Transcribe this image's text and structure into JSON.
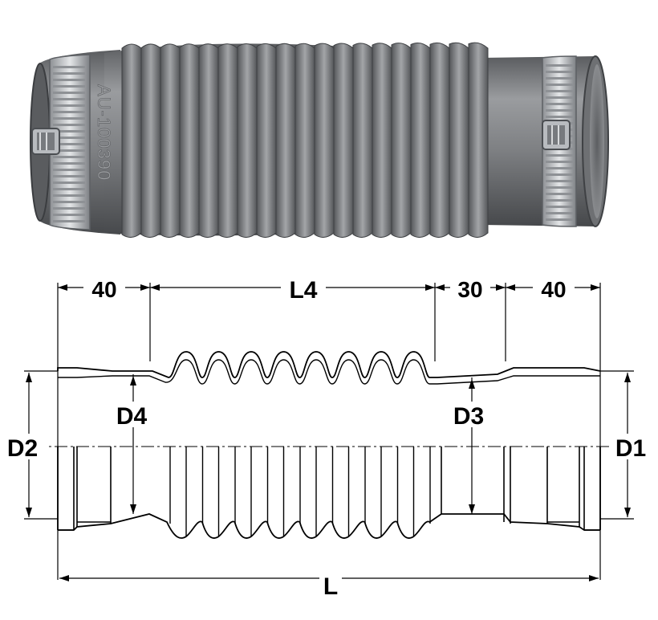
{
  "photo": {
    "part_marking": "AU-100390",
    "colors": {
      "rubber": "#7b7d80",
      "rubber_dark": "#4a4c4f",
      "rubber_light": "#a9abad",
      "clamp": "#c9ccd0"
    }
  },
  "drawing": {
    "dimensions": {
      "left_collar": "40",
      "bellows_length": "L4",
      "right_step": "30",
      "right_collar": "40",
      "overall_length": "L",
      "outer_left": "D2",
      "inner_left": "D4",
      "inner_right": "D3",
      "outer_right": "D1"
    }
  }
}
